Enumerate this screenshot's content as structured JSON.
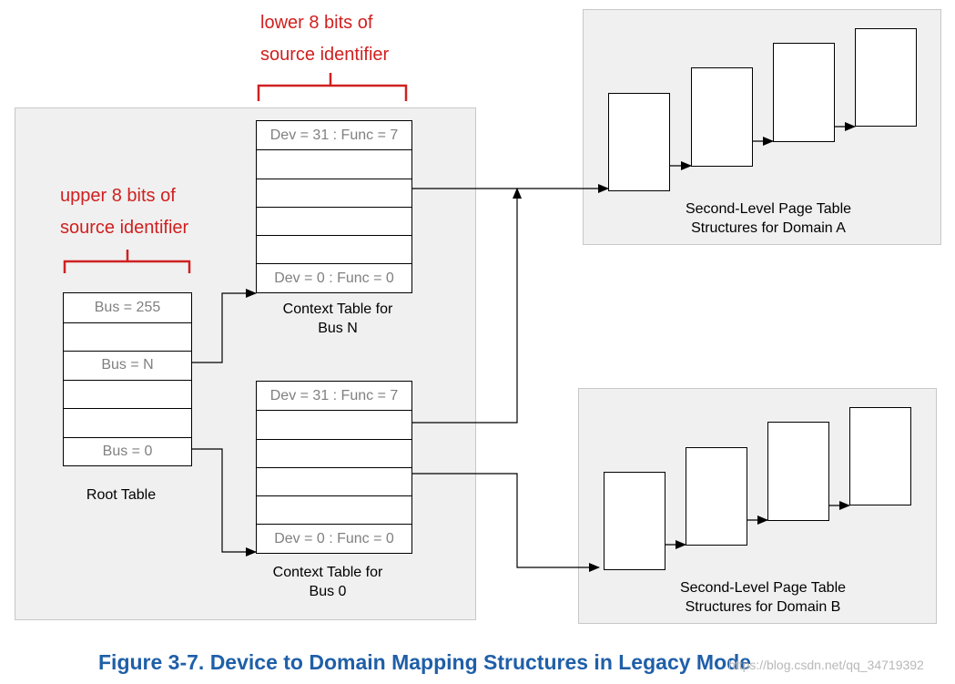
{
  "annotations": {
    "lower_line1": "lower 8 bits of",
    "lower_line2": "source identifier",
    "upper_line1": "upper 8 bits of",
    "upper_line2": "source identifier"
  },
  "root_table": {
    "rows": [
      "Bus = 255",
      "",
      "Bus = N",
      "",
      "",
      "Bus = 0"
    ],
    "label": "Root Table"
  },
  "context_table_n": {
    "rows": [
      "Dev = 31 : Func = 7",
      "",
      "",
      "",
      "",
      "Dev = 0 : Func = 0"
    ],
    "label_line1": "Context Table for",
    "label_line2": "Bus N"
  },
  "context_table_0": {
    "rows": [
      "Dev = 31 : Func = 7",
      "",
      "",
      "",
      "",
      "Dev = 0 : Func = 0"
    ],
    "label_line1": "Context Table for",
    "label_line2": "Bus 0"
  },
  "domain_a": {
    "label_line1": "Second-Level Page Table",
    "label_line2": "Structures for Domain A"
  },
  "domain_b": {
    "label_line1": "Second-Level Page Table",
    "label_line2": "Structures for Domain B"
  },
  "caption": "Figure 3-7.  Device to Domain Mapping Structures in Legacy Mode",
  "watermark": "https://blog.csdn.net/qq_34719392",
  "colors": {
    "annotation": "#d02020",
    "caption": "#1f5fa8",
    "panel": "#f0f0f0"
  }
}
